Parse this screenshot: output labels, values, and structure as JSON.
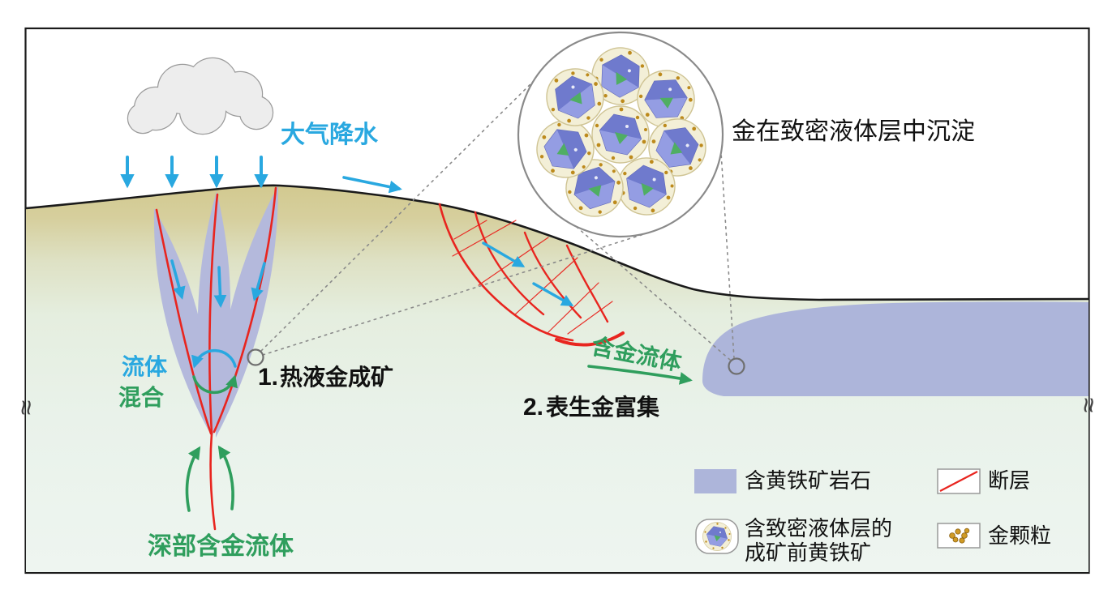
{
  "figure": {
    "type": "geological-cross-section-diagram",
    "subject": "gold mineralization and supergene enrichment"
  },
  "labels": {
    "precipitation": "大气降水",
    "fluid_mixing_line1": "流体",
    "fluid_mixing_line2": "混合",
    "step1_number": "1.",
    "step1_text": "热液金成矿",
    "step2_number": "2.",
    "step2_text": "表生金富集",
    "deep_gold_fluid": "深部含金流体",
    "gold_bearing_fluid": "含金流体",
    "inset_caption": "金在致密液体层中沉淀"
  },
  "legend": {
    "items": [
      {
        "label": "含黄铁矿岩石",
        "swatch": "pyrite-rock-fill"
      },
      {
        "label": "断层",
        "swatch": "fault-line"
      },
      {
        "label_line1": "含致密液体层的",
        "label_line2": "成矿前黄铁矿",
        "swatch": "pre-ore-pyrite-grain"
      },
      {
        "label": "金颗粒",
        "swatch": "gold-particles"
      }
    ]
  },
  "icons": {
    "break_symbol": "≈"
  },
  "colors": {
    "meteoric_blue": "#29a8e0",
    "fluid_green": "#2f9e5d",
    "fault_red": "#e8251f",
    "pyrite_rock_lavender": "#adb5da",
    "crystal_violet": "#7c86d7",
    "gold": "#bd8a1c",
    "ground_top_tan": "#d3ca92",
    "ground_bottom": "#eef5f0",
    "cloud_gray": "#ededed"
  }
}
